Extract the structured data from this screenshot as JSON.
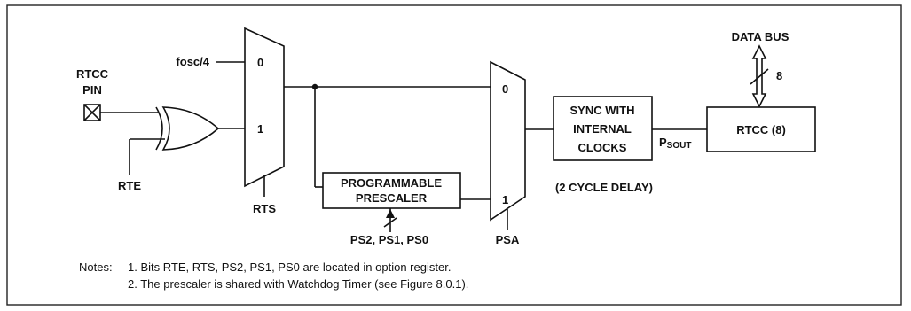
{
  "inputs": {
    "fosc": "fosc/4",
    "rtcc_pin_line1": "RTCC",
    "rtcc_pin_line2": "PIN"
  },
  "xor_gate": {
    "select_label": "RTE"
  },
  "mux_rts": {
    "input0": "0",
    "input1": "1",
    "select_label": "RTS"
  },
  "prescaler": {
    "line1": "PROGRAMMABLE",
    "line2": "PRESCALER",
    "control_label": "PS2, PS1, PS0"
  },
  "mux_psa": {
    "input0": "0",
    "input1": "1",
    "select_label": "PSA"
  },
  "sync": {
    "line1": "SYNC WITH",
    "line2": "INTERNAL",
    "line3": "CLOCKS",
    "delay_note": "(2 CYCLE DELAY)"
  },
  "psout": {
    "main": "P",
    "sub": "SOUT"
  },
  "rtcc_register": {
    "label": "RTCC (8)"
  },
  "data_bus": {
    "label": "DATA BUS",
    "width": "8"
  },
  "notes": {
    "heading": "Notes:",
    "note1": "1. Bits RTE, RTS, PS2, PS1, PS0 are located in option register.",
    "note2": "2. The prescaler is shared with Watchdog Timer (see Figure 8.0.1)."
  }
}
